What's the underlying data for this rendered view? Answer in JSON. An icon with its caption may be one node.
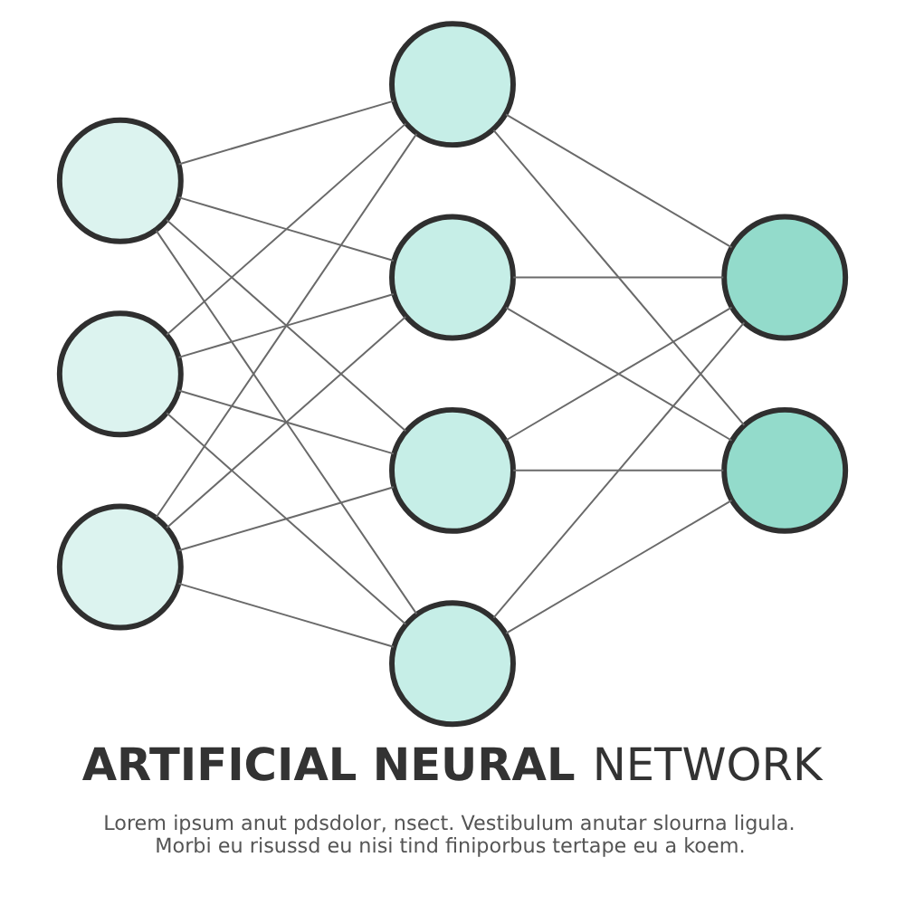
{
  "diagram": {
    "title": "**ARTIFICIAL NEURAL** NETWORK",
    "caption": "Lorem ipsum anut pdsdolor, nsect. Vestibulum anutar slourna ligula. Morbi eu risussd eu nisi tind finiporbus tertape eu a koem.",
    "nodes": [
      {
        "text": [],
        "shape": "circle"
      },
      {
        "text": [],
        "shape": "circle"
      },
      {
        "text": [],
        "shape": "circle"
      },
      {
        "text": [],
        "shape": "circle"
      },
      {
        "text": [],
        "shape": "circle"
      },
      {
        "text": [],
        "shape": "circle"
      },
      {
        "text": [],
        "shape": "circle"
      },
      {
        "text": [],
        "shape": "circle"
      },
      {
        "text": [],
        "shape": "circle"
      }
    ],
    "edges": [
      {
        "from": 0,
        "to": 3,
        "arrow": "none"
      },
      {
        "from": 0,
        "to": 4,
        "arrow": "none"
      },
      {
        "from": 0,
        "to": 5,
        "arrow": "none"
      },
      {
        "from": 0,
        "to": 6,
        "arrow": "none"
      },
      {
        "from": 1,
        "to": 3,
        "arrow": "none"
      },
      {
        "from": 1,
        "to": 4,
        "arrow": "none"
      },
      {
        "from": 1,
        "to": 5,
        "arrow": "none"
      },
      {
        "from": 1,
        "to": 6,
        "arrow": "none"
      },
      {
        "from": 2,
        "to": 3,
        "arrow": "none"
      },
      {
        "from": 2,
        "to": 4,
        "arrow": "none"
      },
      {
        "from": 2,
        "to": 5,
        "arrow": "none"
      },
      {
        "from": 2,
        "to": 6,
        "arrow": "none"
      },
      {
        "from": 3,
        "to": 7,
        "arrow": "none"
      },
      {
        "from": 3,
        "to": 8,
        "arrow": "none"
      },
      {
        "from": 4,
        "to": 7,
        "arrow": "none"
      },
      {
        "from": 4,
        "to": 8,
        "arrow": "none"
      },
      {
        "from": 5,
        "to": 7,
        "arrow": "none"
      },
      {
        "from": 5,
        "to": 8,
        "arrow": "none"
      },
      {
        "from": 6,
        "to": 7,
        "arrow": "none"
      },
      {
        "from": 6,
        "to": 8,
        "arrow": "none"
      }
    ]
  }
}
